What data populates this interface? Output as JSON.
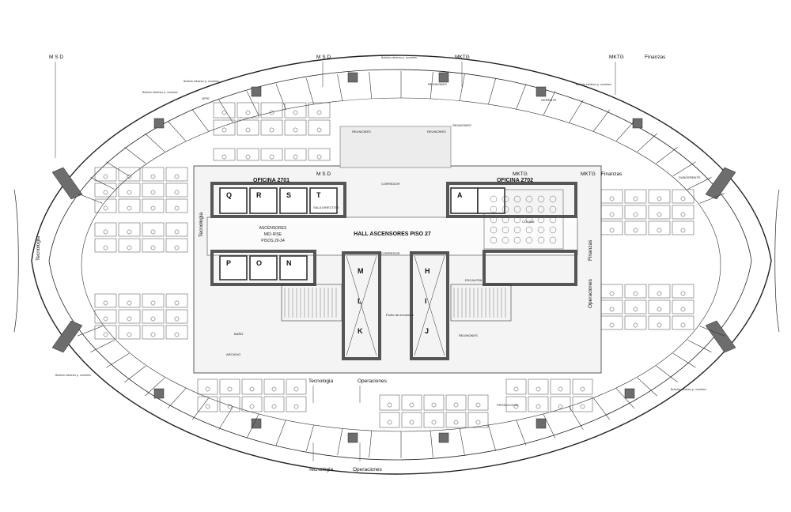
{
  "floor": {
    "hall_title": "HALL ASCENSORES PISO 27",
    "office_left": "OFICINA 2701",
    "office_right": "OFICINA 2702",
    "elevator_note_lines": [
      "ASCENSORES",
      "MID-RISE",
      "PISOS 20-34"
    ]
  },
  "departments": {
    "top_msd_1": "M S D",
    "top_msd_2": "M S D",
    "top_mktg_1": "MKTG",
    "top_mktg_2": "MKTG",
    "top_finanzas": "Finanzas",
    "mid_msd": "M S D",
    "mid_mktg": "MKTG",
    "mid_mktg2": "MKTG",
    "mid_finanzas": "Finanzas",
    "left_tecnologia": "Tecnologia",
    "left_tecnologia2": "Tecnologia",
    "right_operaciones": "Operaciones",
    "right_finanzas": "Finanzas",
    "bottom_tecnologia": "Tecnologia",
    "bottom_operaciones": "Operaciones",
    "bottom_tecnologia2": "Tecnologia",
    "bottom_operaciones2": "Operaciones"
  },
  "cars": {
    "left_top": [
      "Q",
      "R",
      "S",
      "T"
    ],
    "left_bottom": [
      "P",
      "O",
      "N"
    ],
    "right_top": [
      "A"
    ],
    "shaft_left": [
      "M",
      "L",
      "K"
    ],
    "shaft_right": [
      "H",
      "I",
      "J"
    ]
  },
  "rooms": {
    "sala_director": "SALA DIRECTOR",
    "reuniones_1": "REUNIONES",
    "reuniones_2": "REUNIONES",
    "reuniones_3": "REUNIONES",
    "reuniones_4": "REUNIONES",
    "reuniones_5": "REUNIONES",
    "jefe": "JEFE",
    "baño": "BAÑO",
    "cocina": "COCINA",
    "archivo": "ARCHIVO",
    "produccion": "PRODUCCION",
    "gerente": "GERENTE",
    "subgerente": "SUBGERENTE",
    "corredor_1": "CORREDOR",
    "corredor_2": "CORREDOR",
    "escalera": "ESCALERA",
    "punto_encuentro": "Punto de encuentro"
  },
  "notes": {
    "tag_1": "Bulletin eléctrico p. muebles",
    "tag_2": "Bulletin eléctrico p. muebles",
    "tag_3": "Bulletin eléctrico p. muebles",
    "tag_4": "Bulletin eléctrico p. muebles",
    "tag_5": "Bulletin eléctrico p. muebles",
    "tag_6": "Bulletin eléctrico p. muebles"
  }
}
